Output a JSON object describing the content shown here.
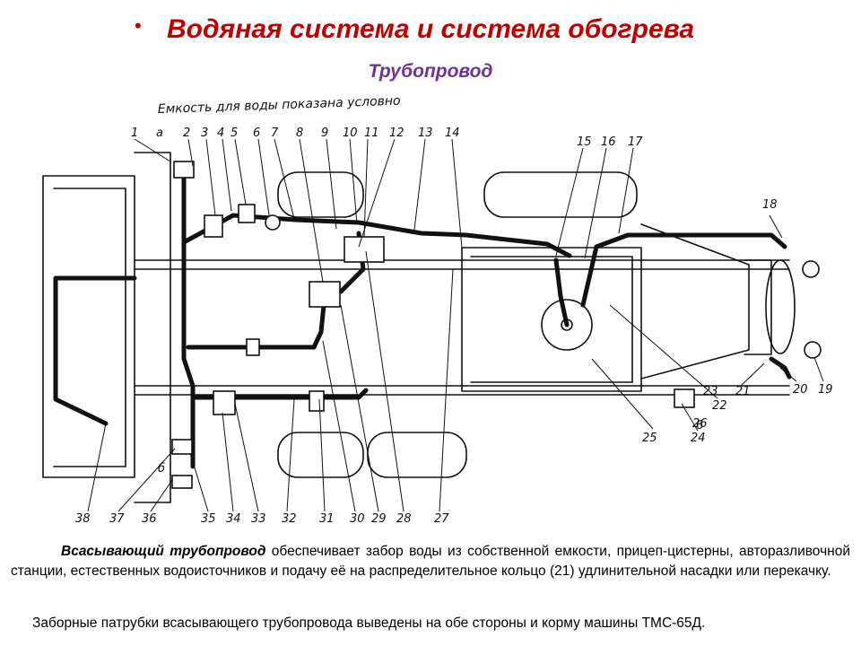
{
  "slide": {
    "bullet": "•",
    "title": "Водяная система и система обогрева",
    "subtitle": "Трубопровод"
  },
  "diagram": {
    "note": "Емкость для воды показана условно",
    "callouts": [
      "1",
      "a",
      "2",
      "3",
      "4",
      "5",
      "6",
      "7",
      "8",
      "9",
      "10",
      "11",
      "12",
      "13",
      "14",
      "15",
      "16",
      "17",
      "18",
      "19",
      "20",
      "21",
      "22",
      "23",
      "24",
      "25",
      "26",
      "27",
      "28",
      "29",
      "30",
      "31",
      "32",
      "33",
      "34",
      "35",
      "36",
      "37",
      "38",
      "б"
    ],
    "label_6_right": "6"
  },
  "text": {
    "p1_bold": "Всасывающий трубопровод",
    "p1_rest": " обеспечивает забор воды из собственной емкости, прицеп-цистерны, авторазливочной станции, естественных водоисточников и подачу её на распределительное кольцо (21) удлинительной насадки или перекачку.",
    "p2": "Заборные патрубки всасывающего трубопровода выведены на обе стороны и корму машины ТМС-65Д."
  },
  "colors": {
    "title": "#c00000",
    "subtitle": "#7030a0",
    "drawing": "#111111"
  }
}
